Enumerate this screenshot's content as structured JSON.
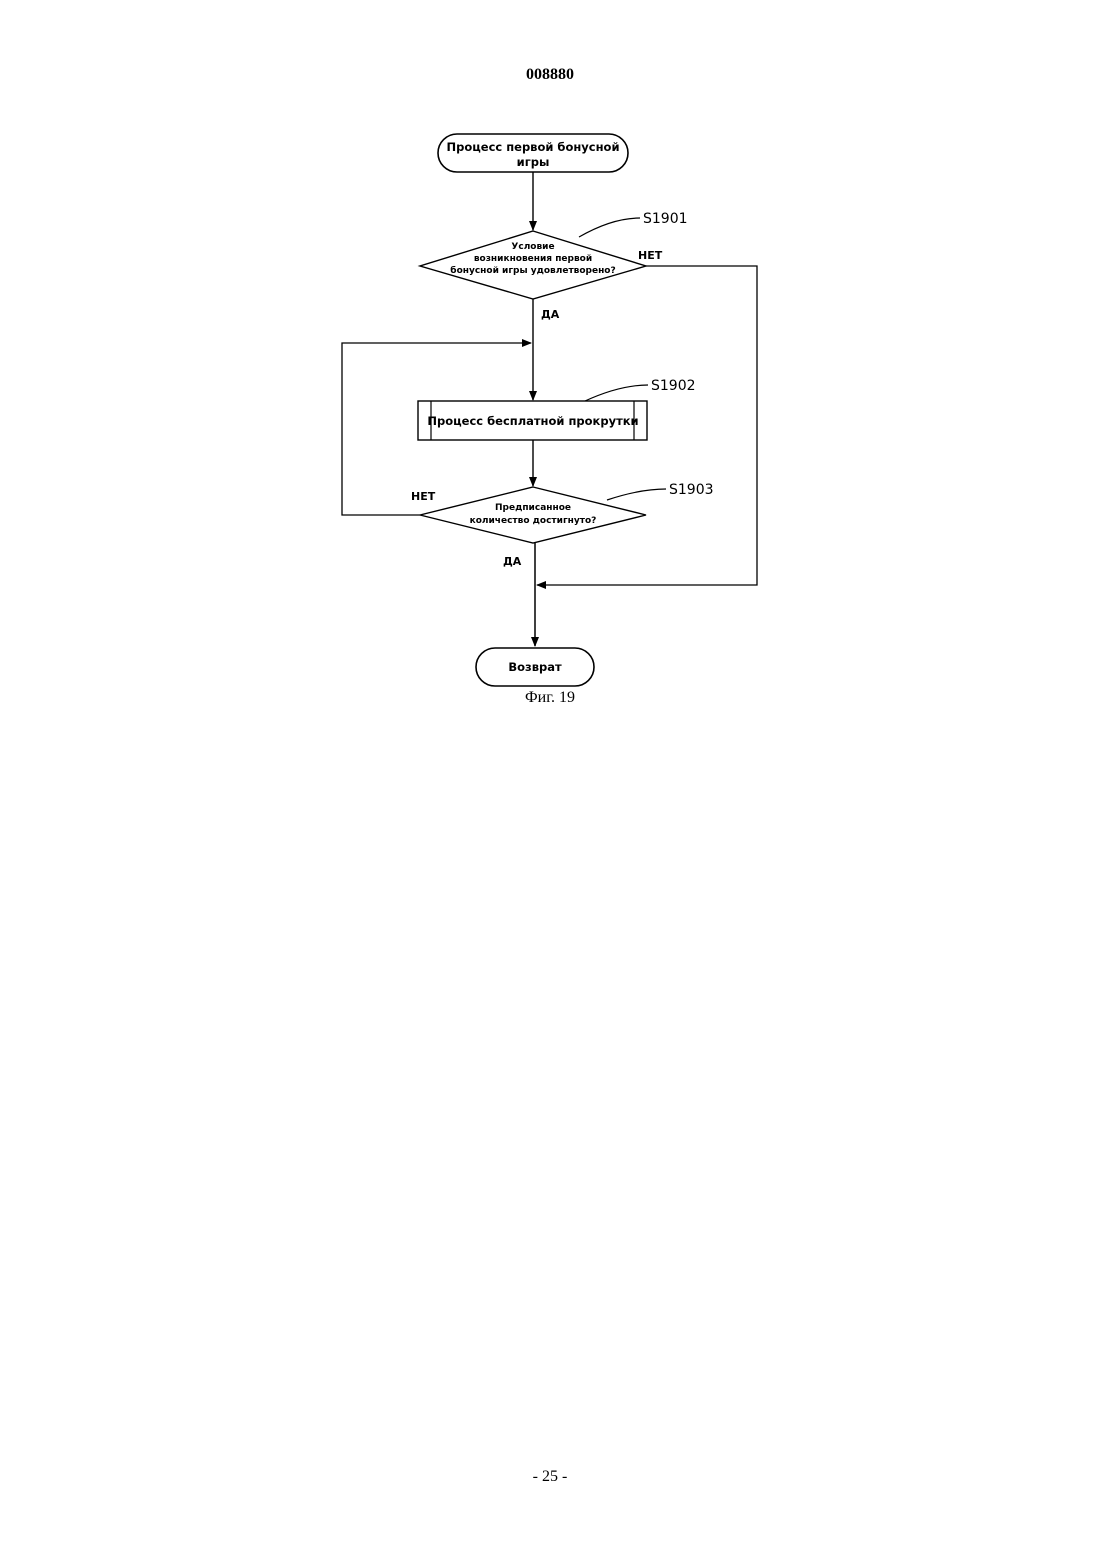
{
  "header": {
    "document_number": "008880"
  },
  "flowchart": {
    "start": {
      "line1": "Процесс первой бонусной",
      "line2": "игры"
    },
    "decision1": {
      "step_id": "S1901",
      "line1": "Условие",
      "line2": "возникновения первой",
      "line3": "бонусной игры удовлетворено?",
      "no_label": "НЕТ",
      "yes_label": "ДА"
    },
    "process": {
      "step_id": "S1902",
      "label": "Процесс бесплатной прокрутки"
    },
    "decision2": {
      "step_id": "S1903",
      "line1": "Предписанное",
      "line2": "количество достигнуто?",
      "no_label": "НЕТ",
      "yes_label": "ДА"
    },
    "end": {
      "label": "Возврат"
    }
  },
  "footer": {
    "figure_caption": "Фиг. 19",
    "page_number": "- 25 -"
  }
}
